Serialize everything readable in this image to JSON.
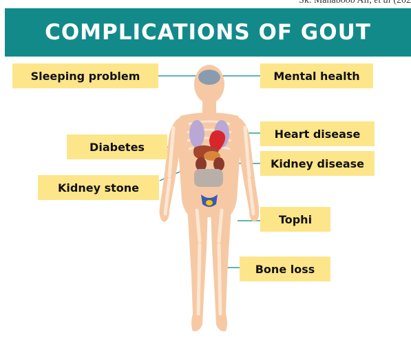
{
  "header": {
    "citation_prefix": "Sk. Mahaboob Ali, ",
    "citation_italic": "et al",
    "citation_suffix": " (202"
  },
  "title": "COMPLICATIONS OF GOUT",
  "labels": {
    "sleeping_problem": "Sleeping problem",
    "mental_health": "Mental health",
    "heart_disease": "Heart disease",
    "diabetes": "Diabetes",
    "kidney_disease": "Kidney disease",
    "kidney_stone": "Kidney stone",
    "tophi": "Tophi",
    "bone_loss": "Bone loss"
  },
  "colors": {
    "title_band": "#138a8a",
    "label_fill": "#fde58a",
    "connector": "#2a9a9a",
    "skin": "#f6c9a4",
    "bone": "#fbe7d3",
    "heart": "#d9262c",
    "lungs": "#b9a8d6",
    "liver": "#a4452c",
    "brain": "#8a9bb0"
  }
}
